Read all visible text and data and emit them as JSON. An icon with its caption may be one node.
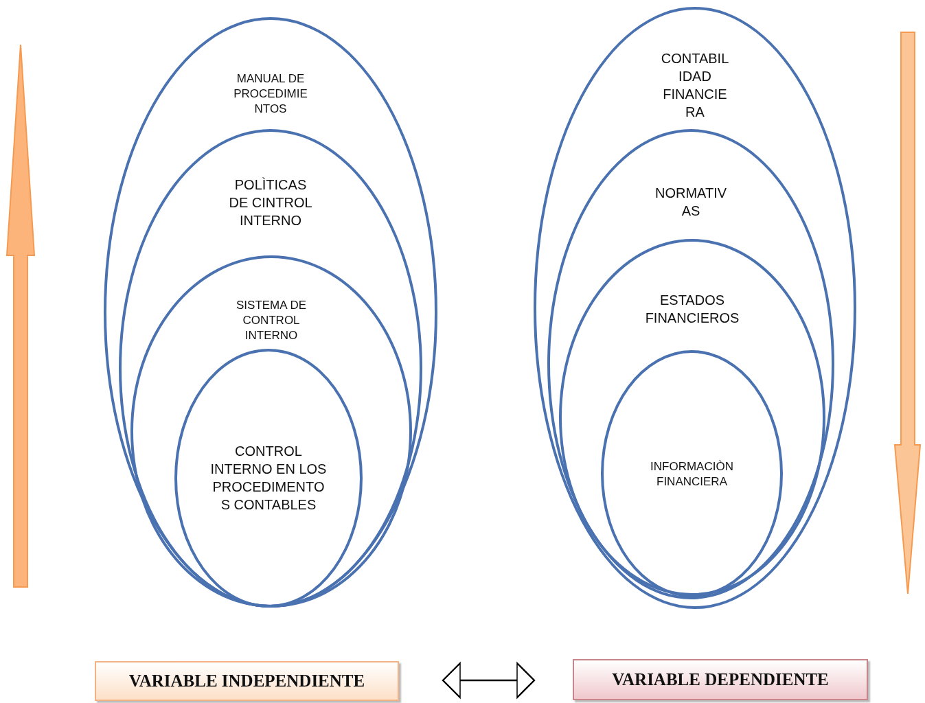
{
  "diagram": {
    "nodes": [
      {
        "text": [
          "MANUAL DE PROCEDIMIE NTOS"
        ]
      },
      {
        "text": [
          "POLÌTICAS DE CINTROL INTERNO"
        ],
        "in": 0
      },
      {
        "text": [
          "SISTEMA DE CONTROL INTERNO"
        ],
        "in": 1
      },
      {
        "text": [
          "CONTROL INTERNO EN LOS PROCEDIMENTO S CONTABLES"
        ],
        "in": 2
      },
      {
        "text": [
          "CONTABIL IDAD FINANCIE RA"
        ]
      },
      {
        "text": [
          "NORMATIV AS"
        ],
        "in": 4
      },
      {
        "text": [
          "ESTADOS FINANCIEROS"
        ],
        "in": 5
      },
      {
        "text": [
          "INFORMACIÒN FINANCIERA"
        ],
        "in": 6
      },
      {
        "text": [
          "VARIABLE INDEPENDIENTE"
        ]
      },
      {
        "text": [
          "VARIABLE DEPENDIENTE"
        ]
      }
    ],
    "edges": [
      {
        "from": 8,
        "to": 9,
        "arrow": "both"
      }
    ]
  }
}
